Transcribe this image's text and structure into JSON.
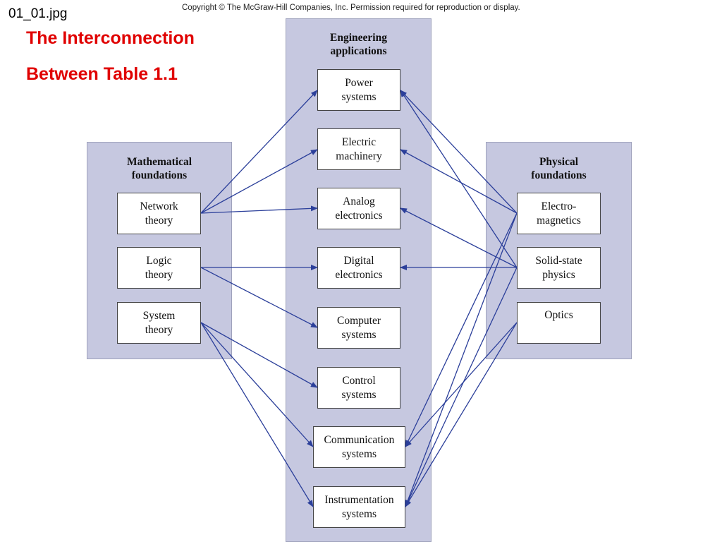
{
  "page": {
    "filename": "01_01.jpg",
    "copyright": "Copyright © The McGraw-Hill Companies, Inc. Permission required for reproduction or display.",
    "title_line1": "The Interconnection",
    "title_line2": "Between Table 1.1"
  },
  "diagram": {
    "math": {
      "title": "Mathematical\nfoundations",
      "items": [
        "Network\ntheory",
        "Logic\ntheory",
        "System\ntheory"
      ]
    },
    "engineering": {
      "title": "Engineering\napplications",
      "items": [
        "Power\nsystems",
        "Electric\nmachinery",
        "Analog\nelectronics",
        "Digital\nelectronics",
        "Computer\nsystems",
        "Control\nsystems",
        "Communication\nsystems",
        "Instrumentation\nsystems"
      ]
    },
    "physical": {
      "title": "Physical\nfoundations",
      "items": [
        "Electro-\nmagnetics",
        "Solid-state\nphysics",
        "Optics"
      ]
    },
    "arrow_color": "#2b3f9a",
    "links": [
      {
        "from": "Network\ntheory",
        "to": "Power\nsystems"
      },
      {
        "from": "Network\ntheory",
        "to": "Electric\nmachinery"
      },
      {
        "from": "Network\ntheory",
        "to": "Analog\nelectronics"
      },
      {
        "from": "Logic\ntheory",
        "to": "Digital\nelectronics"
      },
      {
        "from": "Logic\ntheory",
        "to": "Computer\nsystems"
      },
      {
        "from": "System\ntheory",
        "to": "Control\nsystems"
      },
      {
        "from": "System\ntheory",
        "to": "Communication\nsystems"
      },
      {
        "from": "System\ntheory",
        "to": "Instrumentation\nsystems"
      },
      {
        "from": "Electro-\nmagnetics",
        "to": "Power\nsystems"
      },
      {
        "from": "Electro-\nmagnetics",
        "to": "Electric\nmachinery"
      },
      {
        "from": "Electro-\nmagnetics",
        "to": "Communication\nsystems"
      },
      {
        "from": "Electro-\nmagnetics",
        "to": "Instrumentation\nsystems"
      },
      {
        "from": "Solid-state\nphysics",
        "to": "Power\nsystems"
      },
      {
        "from": "Solid-state\nphysics",
        "to": "Analog\nelectronics"
      },
      {
        "from": "Solid-state\nphysics",
        "to": "Digital\nelectronics"
      },
      {
        "from": "Solid-state\nphysics",
        "to": "Instrumentation\nsystems"
      },
      {
        "from": "Optics",
        "to": "Communication\nsystems"
      },
      {
        "from": "Optics",
        "to": "Instrumentation\nsystems"
      }
    ]
  }
}
